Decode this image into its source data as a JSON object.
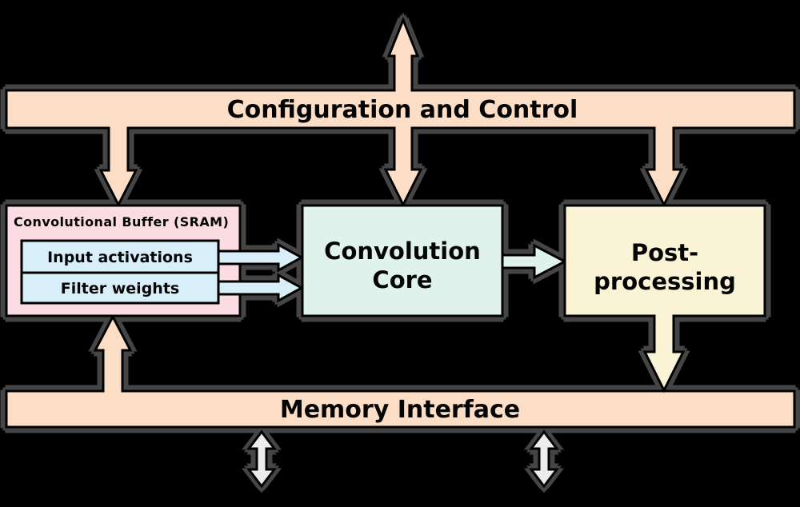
{
  "colors": {
    "background": "#000000",
    "peach": "#FBDEC5",
    "pink": "#FBDCE3",
    "light_blue": "#D8EEF9",
    "mint": "#DFF2EB",
    "cream": "#FAF3D6",
    "gray_arrow": "#ECECEC",
    "outline": "#000000",
    "halo": "#454545"
  },
  "config_bar": {
    "label": "Configuration and Control"
  },
  "memory_bar": {
    "label": "Memory Interface"
  },
  "buffer": {
    "title": "Convolutional Buffer (SRAM)",
    "rows": [
      "Input activations",
      "Filter weights"
    ]
  },
  "core": {
    "line1": "Convolution",
    "line2": "Core"
  },
  "post": {
    "line1": "Post-",
    "line2": "processing"
  },
  "arrows": [
    {
      "name": "host-config-bidirectional-arrow",
      "direction": "up-down"
    },
    {
      "name": "config-to-buffer-arrow",
      "direction": "down"
    },
    {
      "name": "config-to-post-arrow",
      "direction": "down"
    },
    {
      "name": "activations-to-core-arrow",
      "direction": "right"
    },
    {
      "name": "weights-to-core-arrow",
      "direction": "right"
    },
    {
      "name": "core-to-post-arrow",
      "direction": "right"
    },
    {
      "name": "post-to-memory-arrow",
      "direction": "down"
    },
    {
      "name": "memory-to-buffer-arrow",
      "direction": "up"
    },
    {
      "name": "memory-external-left-arrow",
      "direction": "up-down"
    },
    {
      "name": "memory-external-right-arrow",
      "direction": "up-down"
    }
  ]
}
